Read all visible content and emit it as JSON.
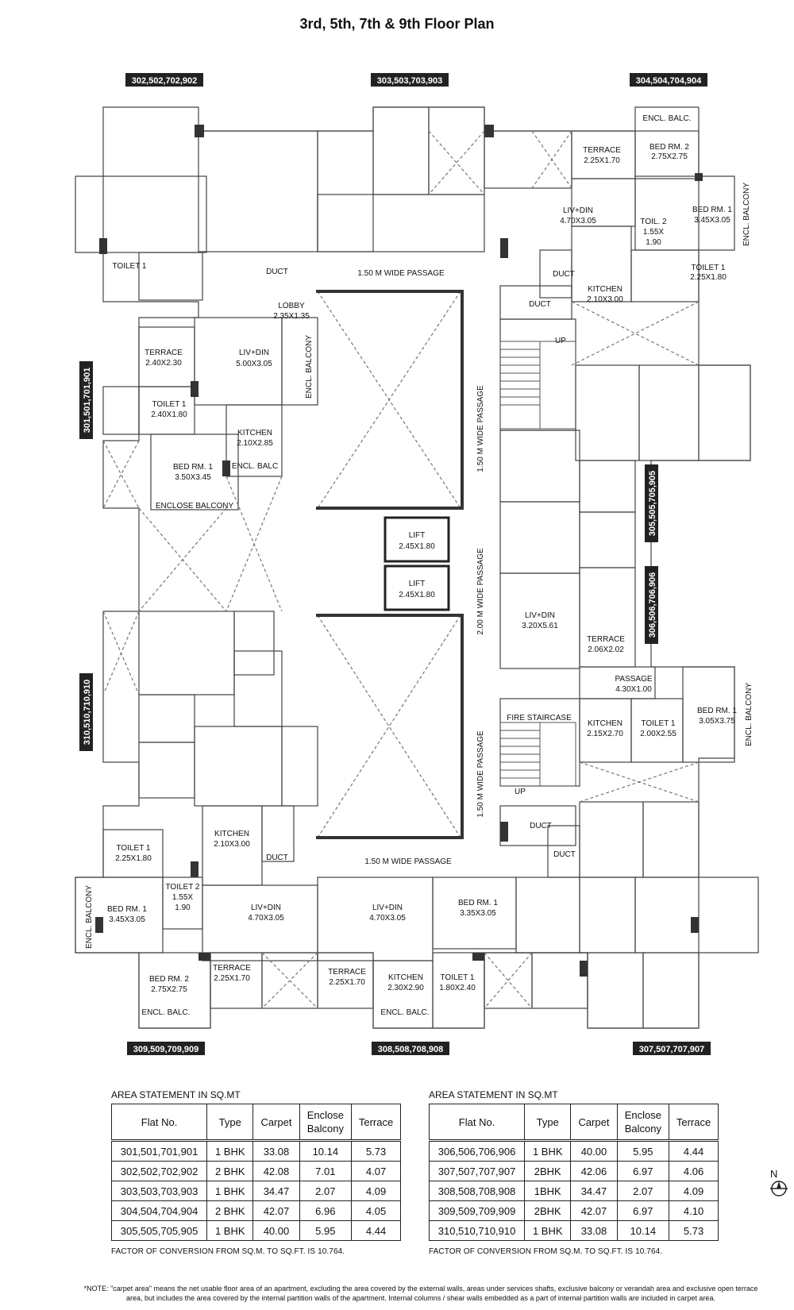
{
  "title": "3rd, 5th, 7th & 9th Floor Plan",
  "unit_tags": {
    "t302": "302,502,702,902",
    "t303": "303,503,703,903",
    "t304": "304,504,704,904",
    "t301": "301,501,701,901",
    "t305": "305,505,705,905",
    "t306": "306,506,706,906",
    "t310": "310,510,710,910",
    "t309": "309,509,709,909",
    "t308": "308,508,708,908",
    "t307": "307,507,707,907"
  },
  "rooms": {
    "encl_balc_tr": "ENCL. BALC.",
    "terrace_tr": "TERRACE",
    "terrace_tr_dim": "2.25X1.70",
    "bed2_tr": "BED RM. 2",
    "bed2_tr_dim": "2.75X2.75",
    "livdin_tr": "LIV+DIN",
    "livdin_tr_dim": "4.70X3.05",
    "toil2_tr": "TOIL. 2",
    "toil2_tr_dim1": "1.55X",
    "toil2_tr_dim2": "1.90",
    "bed1_tr": "BED RM. 1",
    "bed1_tr_dim": "3.45X3.05",
    "encl_balcony_tr": "ENCL. BALCONY",
    "toilet1_tr": "TOILET 1",
    "toilet1_tr_dim": "2.25X1.80",
    "duct_tr1": "DUCT",
    "duct_tr2": "DUCT",
    "kitchen_tr": "KITCHEN",
    "kitchen_tr_dim": "2.10X3.00",
    "up_top": "UP",
    "toilet1_tl": "TOILET 1",
    "duct_tl": "DUCT",
    "passage_top": "1.50 M WIDE PASSAGE",
    "lobby": "LOBBY",
    "lobby_dim": "2.35X1.35",
    "terrace_ml": "TERRACE",
    "terrace_ml_dim": "2.40X2.30",
    "livdin_ml": "LIV+DIN",
    "livdin_ml_dim": "5.00X3.05",
    "encl_balcony_ml": "ENCL. BALCONY",
    "toilet1_ml": "TOILET 1",
    "toilet1_ml_dim": "2.40X1.80",
    "kitchen_ml": "KITCHEN",
    "kitchen_ml_dim": "2.10X2.85",
    "encl_balc_ml": "ENCL. BALC",
    "bed1_ml": "BED RM. 1",
    "bed1_ml_dim": "3.50X3.45",
    "enclose_balcony_ml": "ENCLOSE BALCONY",
    "lift1": "LIFT",
    "lift1_dim": "2.45X1.80",
    "lift2": "LIFT",
    "lift2_dim": "2.45X1.80",
    "passage_v1": "1.50 M WIDE PASSAGE",
    "passage_v2": "2.00 M WIDE PASSAGE",
    "passage_v3": "1.50 M WIDE PASSAGE",
    "livdin_mr": "LIV+DIN",
    "livdin_mr_dim": "3.20X5.61",
    "terrace_mr": "TERRACE",
    "terrace_mr_dim": "2.06X2.02",
    "passage_mr": "PASSAGE",
    "passage_mr_dim": "4.30X1.00",
    "fire_staircase": "FIRE STAIRCASE",
    "kitchen_mr": "KITCHEN",
    "kitchen_mr_dim": "2.15X2.70",
    "toilet1_mr": "TOILET 1",
    "toilet1_mr_dim": "2.00X2.55",
    "bed1_mr": "BED RM. 1",
    "bed1_mr_dim": "3.05X3.75",
    "encl_balcony_mr": "ENCL. BALCONY",
    "up_bottom": "UP",
    "duct_br1": "DUCT",
    "duct_br2": "DUCT",
    "kitchen_bl": "KITCHEN",
    "kitchen_bl_dim": "2.10X3.00",
    "duct_bl": "DUCT",
    "passage_bottom": "1.50 M WIDE PASSAGE",
    "toilet1_bl": "TOILET 1",
    "toilet1_bl_dim": "2.25X1.80",
    "encl_balcony_bl": "ENCL. BALCONY",
    "toilet2_bl": "TOILET 2",
    "toilet2_bl_dim1": "1.55X",
    "toilet2_bl_dim2": "1.90",
    "bed1_bl": "BED RM. 1",
    "bed1_bl_dim": "3.45X3.05",
    "livdin_bl": "LIV+DIN",
    "livdin_bl_dim": "4.70X3.05",
    "livdin_bc": "LIV+DIN",
    "livdin_bc_dim": "4.70X3.05",
    "bed1_bc": "BED RM. 1",
    "bed1_bc_dim": "3.35X3.05",
    "bed2_bl": "BED RM. 2",
    "bed2_bl_dim": "2.75X2.75",
    "terrace_bl": "TERRACE",
    "terrace_bl_dim": "2.25X1.70",
    "terrace_bc": "TERRACE",
    "terrace_bc_dim": "2.25X1.70",
    "kitchen_bc": "KITCHEN",
    "kitchen_bc_dim": "2.30X2.90",
    "toilet1_bc": "TOILET 1",
    "toilet1_bc_dim": "1.80X2.40",
    "encl_balc_bl": "ENCL. BALC.",
    "encl_balc_bc": "ENCL. BALC."
  },
  "area_left": {
    "heading": "AREA STATEMENT IN SQ.MT",
    "columns": [
      "Flat No.",
      "Type",
      "Carpet",
      "Enclose Balcony",
      "Terrace"
    ],
    "rows": [
      [
        "301,501,701,901",
        "1 BHK",
        "33.08",
        "10.14",
        "5.73"
      ],
      [
        "302,502,702,902",
        "2 BHK",
        "42.08",
        "7.01",
        "4.07"
      ],
      [
        "303,503,703,903",
        "1 BHK",
        "34.47",
        "2.07",
        "4.09"
      ],
      [
        "304,504,704,904",
        "2 BHK",
        "42.07",
        "6.96",
        "4.05"
      ],
      [
        "305,505,705,905",
        "1 BHK",
        "40.00",
        "5.95",
        "4.44"
      ]
    ],
    "factor": "FACTOR OF CONVERSION FROM SQ.M. TO SQ.FT. IS 10.764."
  },
  "area_right": {
    "heading": "AREA STATEMENT IN SQ.MT",
    "columns": [
      "Flat No.",
      "Type",
      "Carpet",
      "Enclose Balcony",
      "Terrace"
    ],
    "rows": [
      [
        "306,506,706,906",
        "1 BHK",
        "40.00",
        "5.95",
        "4.44"
      ],
      [
        "307,507,707,907",
        "2BHK",
        "42.06",
        "6.97",
        "4.06"
      ],
      [
        "308,508,708,908",
        "1BHK",
        "34.47",
        "2.07",
        "4.09"
      ],
      [
        "309,509,709,909",
        "2BHK",
        "42.07",
        "6.97",
        "4.10"
      ],
      [
        "310,510,710,910",
        "1 BHK",
        "33.08",
        "10.14",
        "5.73"
      ]
    ],
    "factor": "FACTOR OF CONVERSION FROM SQ.M. TO SQ.FT. IS 10.764."
  },
  "note": "*NOTE: \"carpet area\" means the net usable floor area of an apartment, excluding the area covered by the external walls, areas under services shafts, exclusive balcony or verandah area and exclusive open terrace area, but includes the area covered by the internal partition walls of the apartment. Internal columns / shear walls embedded as a part of internal partition walls are included in carpet area.",
  "north_label": "N"
}
